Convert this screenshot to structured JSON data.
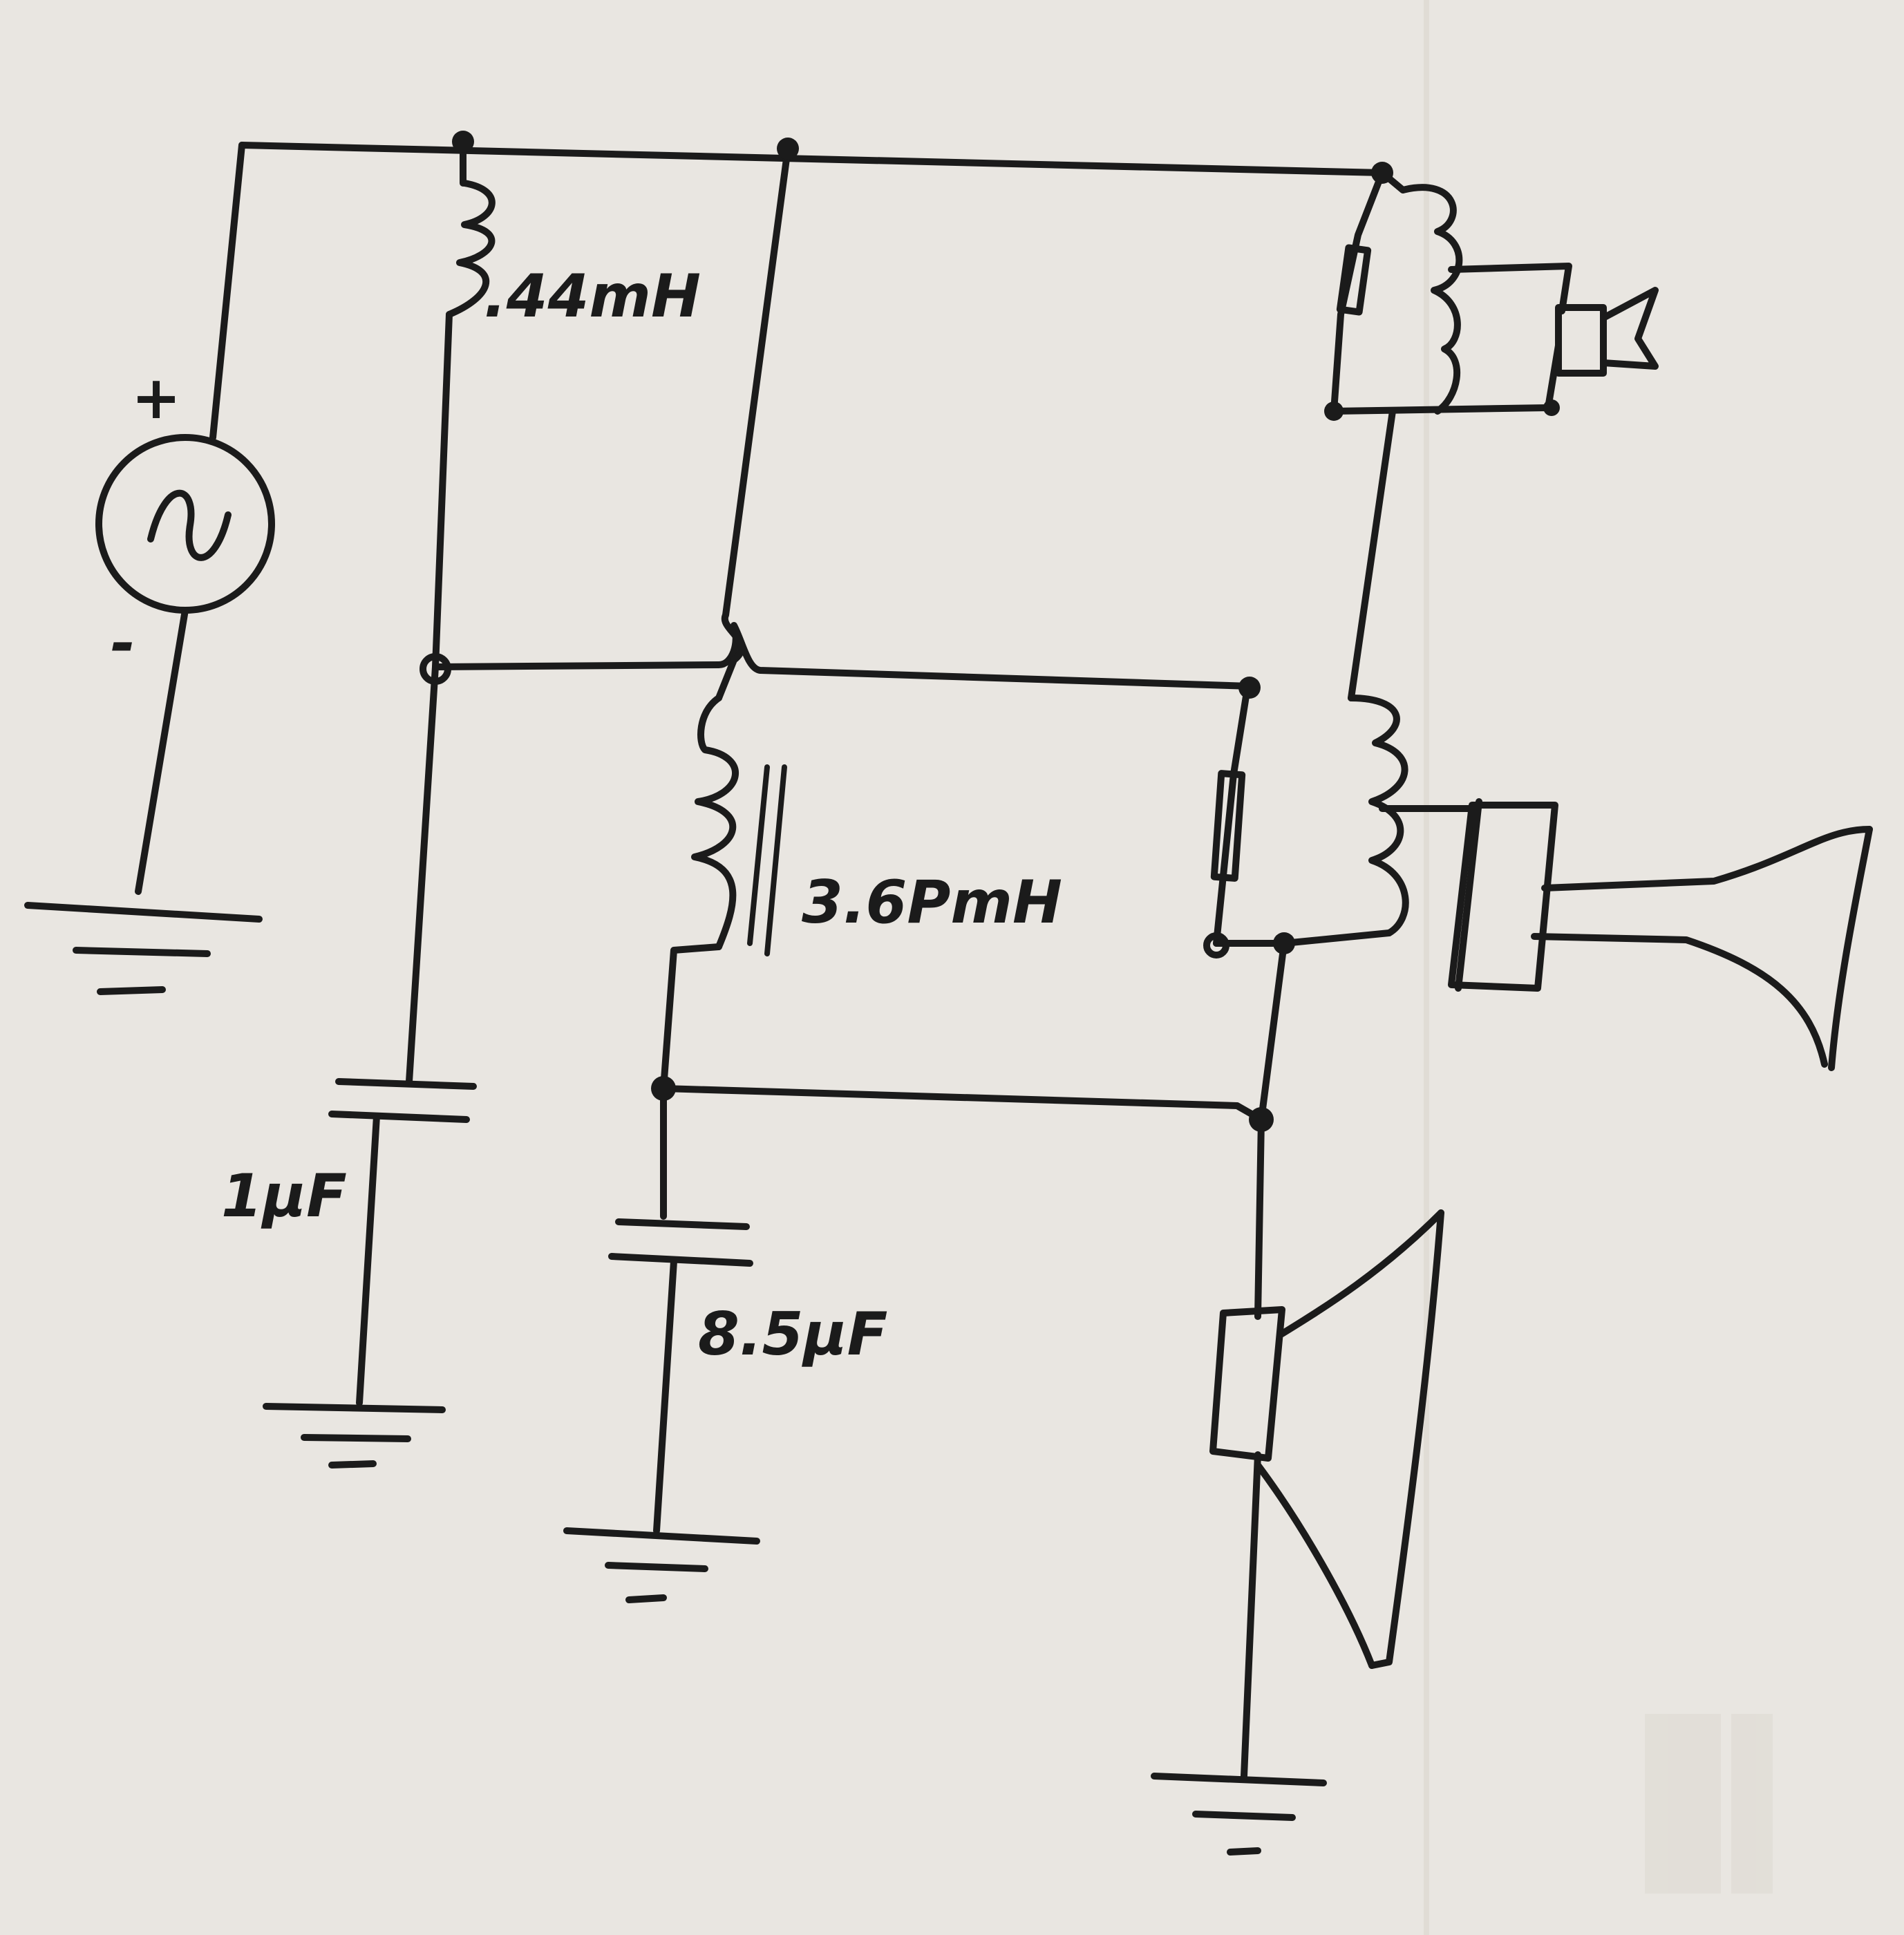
{
  "diagram": {
    "source": {
      "plus_label": "+",
      "minus_label": "-"
    },
    "components": {
      "inductor_l1": {
        "label": ".44mH"
      },
      "inductor_l2": {
        "label": "3.6PmH"
      },
      "capacitor_c1": {
        "label": "1µF"
      },
      "capacitor_c2": {
        "label": "8.5µF"
      }
    },
    "speakers": [
      "tweeter",
      "horn-midrange",
      "cone-woofer"
    ]
  },
  "colors": {
    "ink": "#1b1b1b",
    "paper": "#e9e6e1"
  }
}
